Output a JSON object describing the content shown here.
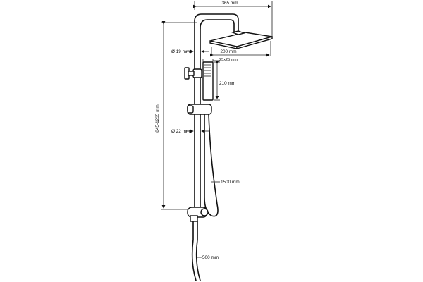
{
  "dimensions": {
    "head_arm_width": "365 mm",
    "head_width": "200 mm",
    "pipe_top_diameter": "Ø 19 mm",
    "hand_shower_section": "25x25 mm",
    "hand_shower_length": "210 mm",
    "height_range": "845-1265 mm",
    "pipe_diameter": "Ø 22 mm",
    "hose_length": "1500 mm",
    "outlet_length": "500 mm"
  },
  "colors": {
    "line": "#111111",
    "background": "#ffffff"
  }
}
